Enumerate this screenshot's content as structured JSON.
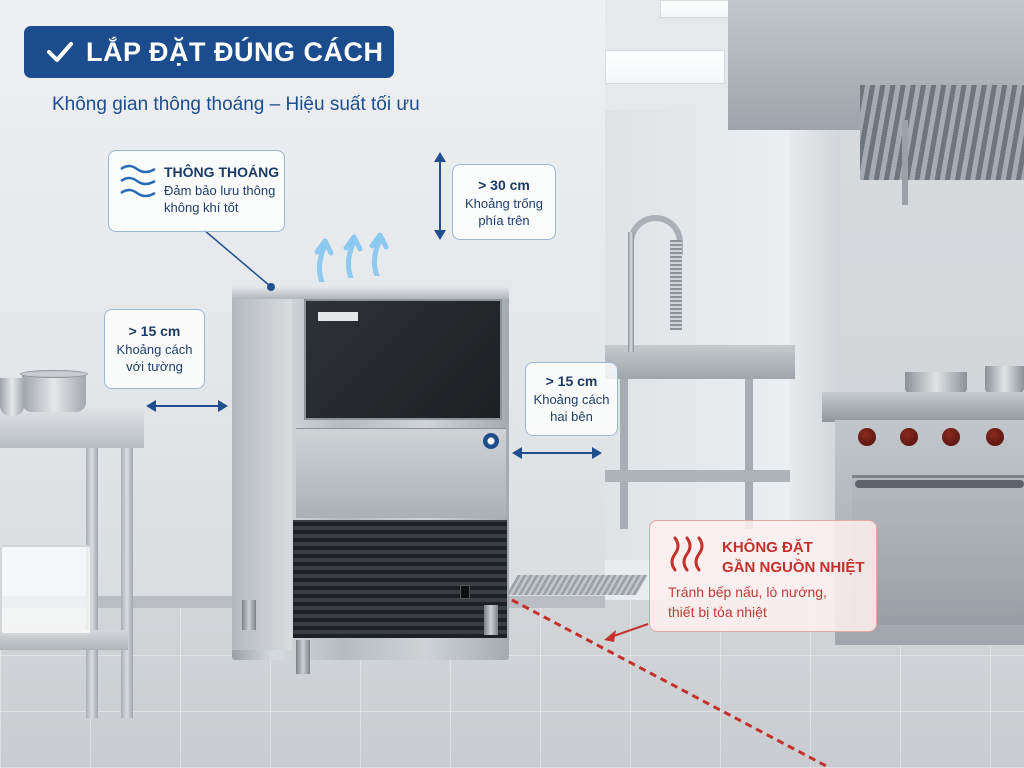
{
  "header": {
    "title": "LẮP ĐẶT ĐÚNG CÁCH",
    "subtitle": "Không gian thông thoáng – Hiệu suất tối ưu"
  },
  "callouts": {
    "ventilation": {
      "title": "THÔNG THOÁNG",
      "line1": "Đảm bảo lưu thông",
      "line2": "không khí tốt",
      "icon": "airflow-icon"
    },
    "top": {
      "value": "> 30 cm",
      "line1": "Khoảng trống",
      "line2": "phía trên"
    },
    "left": {
      "value": "> 15 cm",
      "line1": "Khoảng cách",
      "line2": "với tường"
    },
    "side": {
      "value": "> 15 cm",
      "line1": "Khoảng cách",
      "line2": "hai bên"
    },
    "warning": {
      "title_line1": "KHÔNG ĐẶT",
      "title_line2": "GẦN NGUỒN NHIỆT",
      "desc_line1": "Tránh bếp nấu, lò nướng,",
      "desc_line2": "thiết bị tỏa nhiệt",
      "icon": "heat-icon"
    }
  },
  "colors": {
    "brand_blue": "#1b4d8e",
    "callout_text": "#1f3e6e",
    "arrow_blue": "#1f4f8f",
    "warning_red": "#c4302b"
  }
}
